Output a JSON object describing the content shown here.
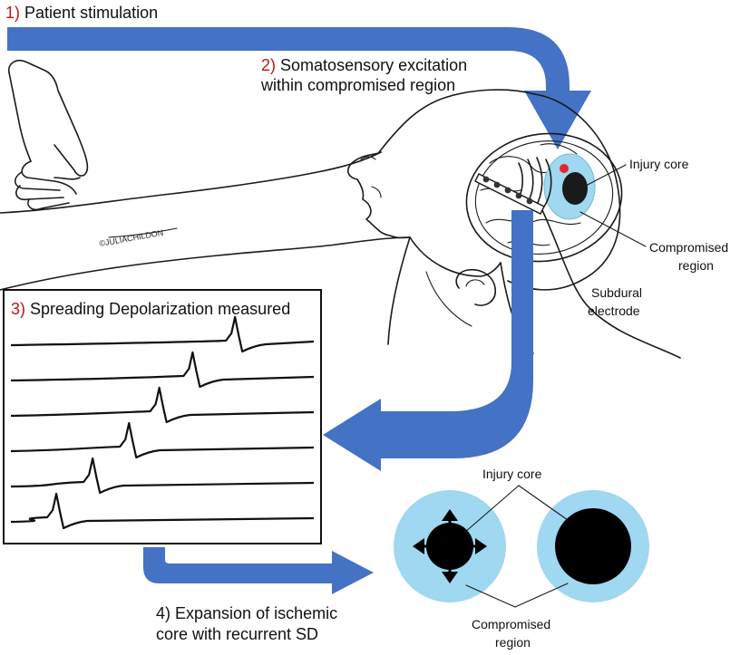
{
  "steps": {
    "s1_num": "1)",
    "s1_text": "Patient stimulation",
    "s2_num": "2)",
    "s2_line1": "Somatosensory excitation",
    "s2_line2": "within compromised region",
    "s3_num": "3)",
    "s3_text": "Spreading Depolarization measured",
    "s4_line1": "4) Expansion of ischemic",
    "s4_line2": "core with recurrent SD"
  },
  "head_labels": {
    "injury_core": "Injury core",
    "compromised_line1": "Compromised",
    "compromised_line2": "region",
    "subdural_line1": "Subdural",
    "subdural_line2": "electrode"
  },
  "lesion_labels": {
    "injury_core": "Injury core",
    "compromised_line1": "Compromised",
    "compromised_line2": "region"
  },
  "signature": "©JULIACHILDON",
  "recordings": {
    "channel_count": 6,
    "sd_peak_positions": [
      0.74,
      0.6,
      0.49,
      0.39,
      0.27,
      0.15
    ]
  },
  "colors": {
    "arrow": "#4472c4",
    "step_number": "#c0141b",
    "compromised_region": "#9fd8f0",
    "injury_core": "#000000",
    "stimulus_dot": "#e8232a"
  }
}
